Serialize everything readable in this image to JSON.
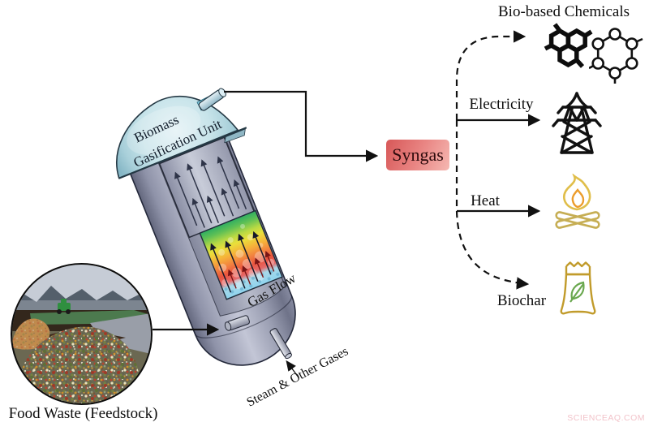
{
  "labels": {
    "unit_line1": "Biomass",
    "unit_line2": "Gasification Unit",
    "gas_flow": "Gas Flow",
    "steam": "Steam & Other Gases",
    "feedstock": "Food Waste (Feedstock)",
    "syngas": "Syngas",
    "bio_chemicals": "Bio-based Chemicals",
    "electricity": "Electricity",
    "heat": "Heat",
    "biochar": "Biochar",
    "watermark": "SCIENCEAQ.COM"
  },
  "flows": [
    {
      "from": "Food Waste (Feedstock)",
      "to": "Biomass Gasification Unit",
      "style": "solid"
    },
    {
      "from": "Steam & Other Gases",
      "to": "Biomass Gasification Unit",
      "style": "solid"
    },
    {
      "from": "Biomass Gasification Unit",
      "to": "Syngas",
      "style": "solid"
    },
    {
      "from": "Syngas",
      "to": "Bio-based Chemicals",
      "style": "dashed"
    },
    {
      "from": "Syngas",
      "to": "Electricity",
      "style": "solid"
    },
    {
      "from": "Syngas",
      "to": "Heat",
      "style": "solid"
    },
    {
      "from": "Syngas",
      "to": "Biochar",
      "style": "dashed"
    }
  ],
  "icons": [
    "aromatic-molecule-icon",
    "ring-molecule-icon",
    "transmission-tower-icon",
    "campfire-icon",
    "biochar-bag-icon"
  ],
  "colors": {
    "syngas_box_start": "#d95c5c",
    "syngas_box_end": "#f5b8b2",
    "dome": "#c2e0e8",
    "cylinder": "#a9adc0",
    "temperature_gradient": [
      "#2fae62",
      "#eadf3b",
      "#f6b13a",
      "#e9543e",
      "#8fd4ee"
    ],
    "flame_outer": "#e0be4a",
    "flame_inner": "#ec9d2c",
    "logs": "#c6ae54",
    "bag": "#c19b2b",
    "leaf": "#6aa84f",
    "watermark": "#f2c3ca"
  }
}
